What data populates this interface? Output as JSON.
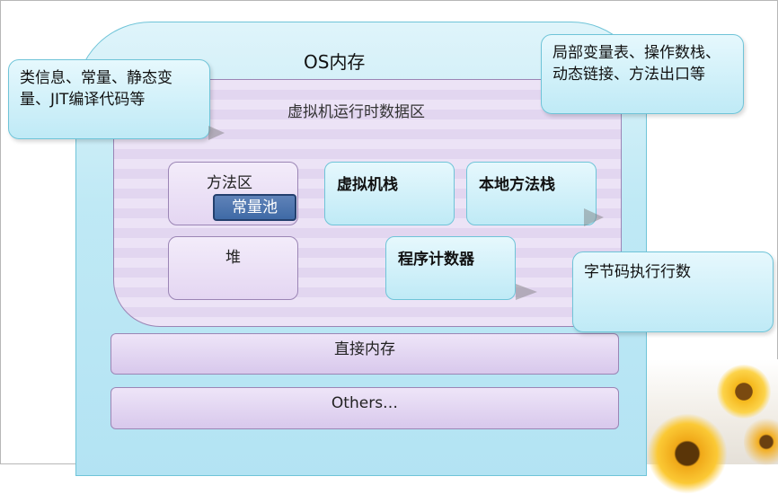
{
  "diagram": {
    "os_title": "OS内存",
    "vm_title": "虚拟机运行时数据区",
    "method_area": "方法区",
    "constant_pool": "常量池",
    "heap": "堆",
    "vm_stack": "虚拟机栈",
    "native_stack": "本地方法栈",
    "pc_register": "程序计数器",
    "direct_memory": "直接内存",
    "others": "Others…",
    "callout_left_line1": "类信息、常量、静态变",
    "callout_left_line2": "量、JIT编译代码等",
    "callout_right_line1": "局部变量表、操作数栈、",
    "callout_right_line2": "动态链接、方法出口等",
    "callout_pc": "字节码执行行数"
  },
  "colors": {
    "os_memory": "#bfe9f5",
    "runtime_area": "#e4d6f2",
    "constant_pool": "#3f6aa6"
  },
  "icons": {
    "decoration": "sunflower-image"
  }
}
